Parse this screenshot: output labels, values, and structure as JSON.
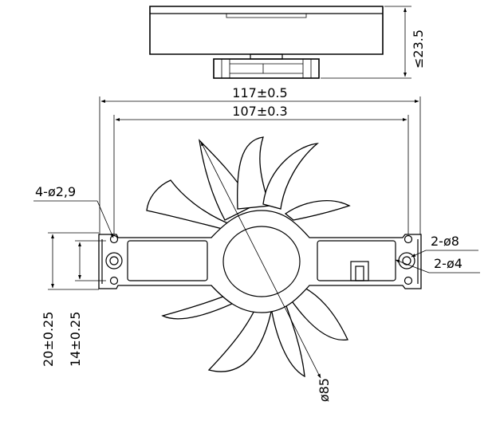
{
  "dimensions": {
    "height": "≤23.5",
    "overall_length": "117±0.5",
    "hole_spacing": "107±0.3",
    "small_holes": "4-ø2,9",
    "large_holes": "2-ø8",
    "center_holes": "2-ø4",
    "bracket_height": "20±0.25",
    "inner_height": "14±0.25",
    "fan_diameter": "ø85"
  }
}
